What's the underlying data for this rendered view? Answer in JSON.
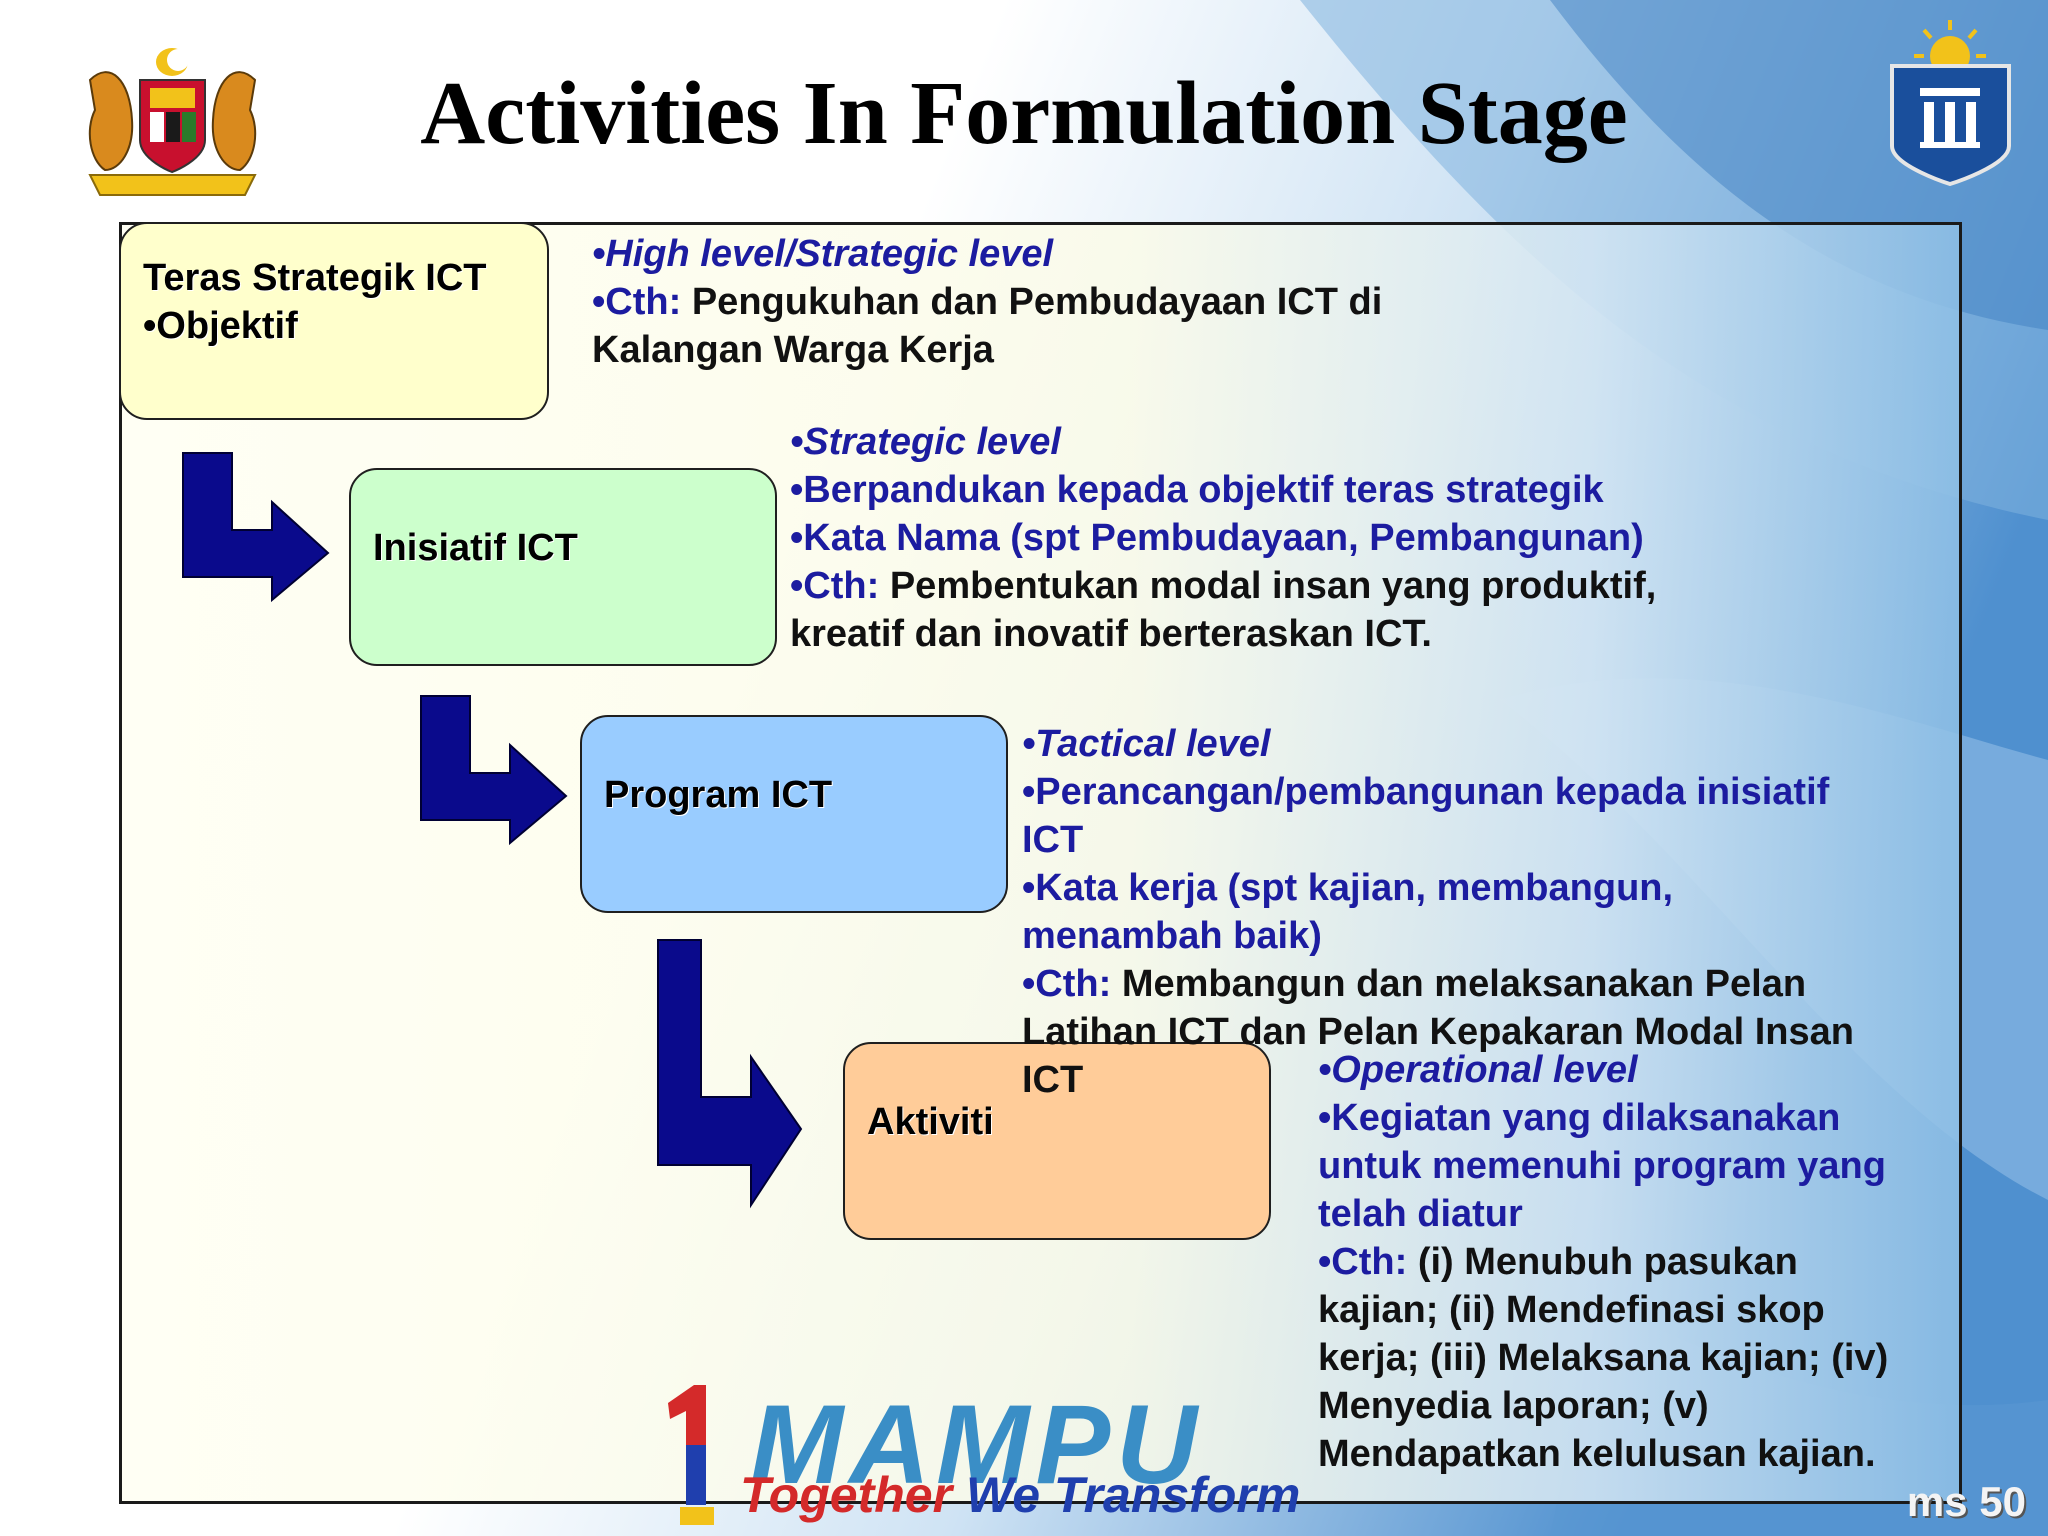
{
  "slide": {
    "title": "Activities In Formulation Stage",
    "page_number": "ms 50"
  },
  "boxes": {
    "teras": {
      "line1": "Teras Strategik ICT",
      "line2": "•Objektif",
      "color": "#ffffcc"
    },
    "inisiatif": {
      "label": "Inisiatif ICT",
      "color": "#ccffcc"
    },
    "program": {
      "label": "Program ICT",
      "color": "#99ccff"
    },
    "aktiviti": {
      "label": "Aktiviti",
      "color": "#ffcc99"
    }
  },
  "notes": {
    "teras": {
      "level": "•High level/Strategic level",
      "cth_label": "•Cth:",
      "cth_text": " Pengukuhan dan Pembudayaan ICT di",
      "cth_text2": "Kalangan Warga Kerja"
    },
    "inisiatif": {
      "level": "•Strategic level",
      "line2": "•Berpandukan kepada objektif teras strategik",
      "line3": "•Kata Nama (spt Pembudayaan, Pembangunan)",
      "cth_label": "•Cth:",
      "cth_text": " Pembentukan modal insan yang produktif,",
      "cth_text2": "kreatif dan inovatif berteraskan ICT."
    },
    "program": {
      "level": "•Tactical level",
      "line2a": "•Perancangan/pembangunan kepada inisiatif",
      "line2b": "ICT",
      "line3a": "•Kata kerja (spt kajian, membangun,",
      "line3b": "menambah baik)",
      "cth_label": "•Cth:",
      "cth_text": " Membangun dan melaksanakan Pelan",
      "cth_text2": "Latihan ICT dan Pelan Kepakaran Modal Insan",
      "cth_text3": "ICT"
    },
    "aktiviti": {
      "level": "•Operational level",
      "line2a": "•Kegiatan yang dilaksanakan",
      "line2b": "untuk memenuhi program yang",
      "line2c": "telah diatur",
      "cth_label": "•Cth:",
      "cth_text": " (i) Menubuh pasukan",
      "cth_text2": "kajian; (ii)  Mendefinasi skop",
      "cth_text3": "kerja; (iii) Melaksana kajian; (iv)",
      "cth_text4": "Menyedia laporan; (v)",
      "cth_text5": "Mendapatkan kelulusan kajian."
    }
  },
  "branding": {
    "mampu": "MAMPU",
    "tagline_part1": "Together ",
    "tagline_part2": "We Transform"
  },
  "icons": [
    "malaysia-coat-of-arms-icon",
    "mampu-crest-icon",
    "arrow-icon"
  ],
  "colors": {
    "arrow": "#0a0a8c",
    "note_blue": "#1c1ca0",
    "background_blue": "#6aa8d8"
  }
}
